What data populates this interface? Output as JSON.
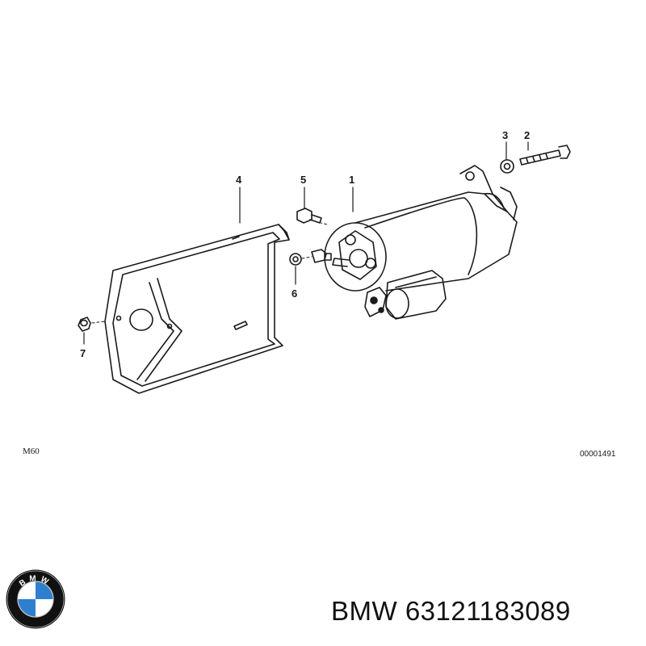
{
  "diagram": {
    "callouts": [
      {
        "id": "1",
        "text": "1"
      },
      {
        "id": "2",
        "text": "2"
      },
      {
        "id": "3",
        "text": "3"
      },
      {
        "id": "4",
        "text": "4"
      },
      {
        "id": "5",
        "text": "5"
      },
      {
        "id": "6",
        "text": "6"
      },
      {
        "id": "7",
        "text": "7"
      }
    ],
    "engine_label": "M60",
    "drawing_code": "00001491"
  },
  "footer": {
    "brand": "BMW",
    "part_number": "63121183089",
    "logo_text": "BMW"
  },
  "colors": {
    "ink": "#1a1a1a",
    "bmw_blue": "#2f7fd0",
    "bmw_ring": "#111111"
  }
}
